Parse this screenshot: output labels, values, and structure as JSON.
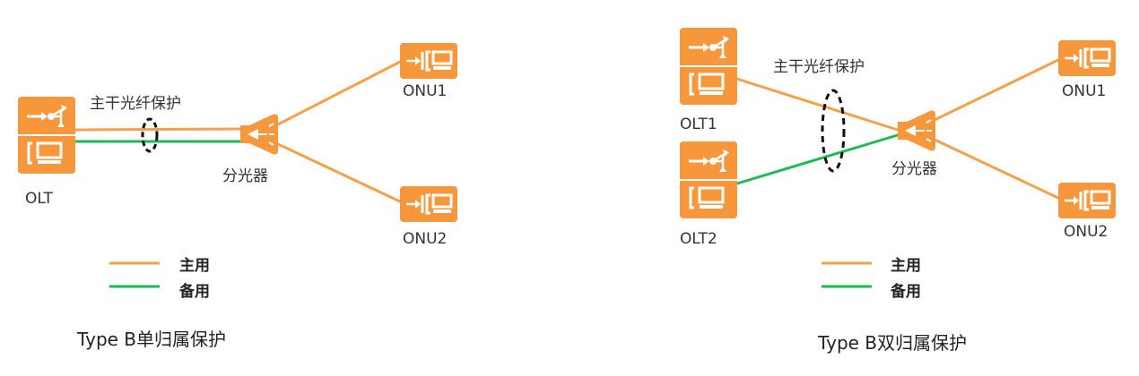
{
  "colors": {
    "device": "#F5973A",
    "device_glyph": "#ffffff",
    "primary_line": "#F5A04A",
    "backup_line": "#1DB954",
    "protection_ring": "#111111",
    "text": "#333333"
  },
  "panels": [
    {
      "id": "single",
      "caption": "Type B单归属保护",
      "protection_label": "主干光纤保护",
      "splitter_label": "分光器",
      "olts": [
        {
          "label": "OLT"
        }
      ],
      "onus": [
        {
          "label": "ONU1"
        },
        {
          "label": "ONU2"
        }
      ],
      "links": [
        {
          "from": "OLT",
          "port": "primary",
          "to": "splitter",
          "type": "primary"
        },
        {
          "from": "OLT",
          "port": "backup",
          "to": "splitter",
          "type": "backup"
        },
        {
          "from": "splitter",
          "to": "ONU1",
          "type": "primary"
        },
        {
          "from": "splitter",
          "to": "ONU2",
          "type": "primary"
        }
      ],
      "legend": [
        {
          "type": "primary",
          "label": "主用"
        },
        {
          "type": "backup",
          "label": "备用"
        }
      ]
    },
    {
      "id": "dual",
      "caption": "Type B双归属保护",
      "protection_label": "主干光纤保护",
      "splitter_label": "分光器",
      "olts": [
        {
          "label": "OLT1"
        },
        {
          "label": "OLT2"
        }
      ],
      "onus": [
        {
          "label": "ONU1"
        },
        {
          "label": "ONU2"
        }
      ],
      "links": [
        {
          "from": "OLT1",
          "to": "splitter",
          "type": "primary"
        },
        {
          "from": "OLT2",
          "to": "splitter",
          "type": "backup"
        },
        {
          "from": "splitter",
          "to": "ONU1",
          "type": "primary"
        },
        {
          "from": "splitter",
          "to": "ONU2",
          "type": "primary"
        }
      ],
      "legend": [
        {
          "type": "primary",
          "label": "主用"
        },
        {
          "type": "backup",
          "label": "备用"
        }
      ]
    }
  ]
}
